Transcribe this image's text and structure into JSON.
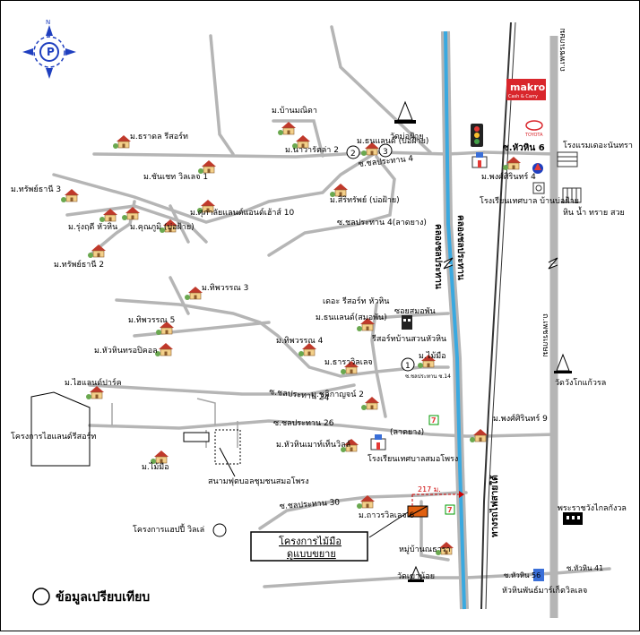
{
  "colors": {
    "canal": "#3aa9e0",
    "road_main": "#b5b5b5",
    "road_minor": "#a6a6a6",
    "rail": "#333333",
    "makro": "#d9262c",
    "compass": "#1f3fbf",
    "house_roof": "#c0392b",
    "house_body": "#f3d08a",
    "arrow_red": "#cc0000",
    "project_fill": "#e06010"
  },
  "icons": [
    "compass-rose-icon",
    "traffic-light-icon",
    "house-icon",
    "temple-icon",
    "makro-logo",
    "toyota-logo",
    "gas-station-icon",
    "hospital-icon",
    "seven-eleven-icon",
    "condo-icon"
  ],
  "labels": {
    "m_ban_manida": "ม.บ้านมณิดา",
    "wat_bo_fai": "วัดบ่อฝ้าย",
    "m_tharadol": "ม.ธราดล รีสอร์ท",
    "m_navarat": "ม.นาวารัตล่า 2",
    "m_thanaland": "ม.ธนแลนด์ (บ่อฝ้าย)",
    "m_chanchet": "ม.ชันเชท วิลเลจ 1",
    "m_sapphire3": "ม.ทรัพย์ธานี 3",
    "m_suksiri": "ม.สิริทรัพย์ (บ่อฝ้าย)",
    "soi_chonprathan4": "ซ.ชลประทาน 4",
    "m_rujira": "ม.รุ่งฤดี หัวหิน",
    "m_supalai": "ม.ศุภาลัยแลนด์แอนด์เฮ้าส์ 10",
    "m_khunphum": "ม.คุณภูมิ (บ่อฝ้าย)",
    "soi_4_yaek": "ซ.ชลประทาน 4(ลาดยาง)",
    "m_sapphire2": "ม.ทรัพย์ธานี 2",
    "makro": "makro",
    "makro_sub": "Cash & Carry",
    "toyota": "TOYOTA",
    "soi_huahin6": "ซ.หัวหิน 6",
    "rongraem": "โรงแรมเดอะนันทรา",
    "m_phongsin4": "ม.พงศ์ศิรินทร์ 4",
    "hospital_bofai": "โรงเรียนเทศบาล\nบ้านบ่อฝ้าย",
    "hin_nam_sai": "หิน น้ำ ทราย สวย",
    "phetkasem_top": "ถ.เพชรเกษม",
    "canal_label": "คลองชลประทาน",
    "rail_label": "ทางรถไฟสายใต้",
    "phetkasem_road": "ถ.เพชรเกษม",
    "m_thipwan3": "ม.ทิพวรรณ 3",
    "the_resort": "เดอะ รีสอร์ท หัวหิน",
    "soi_somdet": "ซอยสมอพัน",
    "m_thanaland_smo": "ม.ธนแลนด์(สมอพัน)",
    "m_thipwan5": "ม.ทิพวรรณ 5",
    "resort_suanhuahin": "รีสอร์ทบ้านสวนหัวหิน",
    "m_huahin_tropical": "ม.หัวหินทรอปิคอล",
    "m_thipwan4": "ม.ทิพวรรณ 4",
    "m_tarawilla": "ม.ธาราวิลเลจ",
    "m_mimue": "ม.ไม้มือ",
    "soi_chonprathan14": "ซ.ชลประทาน ซ.14",
    "m_highland": "ม.ไฮแลนด์ปาร์ค",
    "wat_khao_tao": "วัดวังโกแก้วรล",
    "soi_24": "ซ.ชลประทาน 24",
    "m_chutikarn": "ม.ชุติกาญจน์ 2",
    "soi_26": "ซ.ชลประทาน 26",
    "lat_yang": "(ลาดยาง)",
    "m_phongsin9": "ม.พงศ์ศิรินทร์ 9",
    "project_highland": "โครงการไฮแลนด์รีสอร์ท",
    "m_huahin_tech": "ม.หัวหินเมาท์เท็นวิลล์",
    "hospital_smo": "โรงเรียนเทศบาลสมอโพรง",
    "m_mimue2": "ม.ไม้มือ",
    "stadium": "สนามฟุตบอลชุมชนสมอโพรง",
    "distance": "217 ม.",
    "soi_30": "ซ.ชลประทาน 30",
    "m_tararom": "ม.ถาวรวิลเลจ 6",
    "palace": "พระราชวังไกลกังวล",
    "project_huai": "โครงการแฮปปี้ วิลเล่",
    "project_main_line1": "โครงการไม้มือ",
    "project_main_line2": "ดูแบบขยาย",
    "moo_ban_natara": "หมู่บ้านณธารา",
    "soi_huahin56": "ซ.หัวหิน 56",
    "soi_huahin41": "ซ.หัวหิน 41",
    "wat_khao_noi": "วัดเขาน้อย",
    "market_village": "หัวหินพันธ์มาร์เก็ตวิลเลจ",
    "marker_1": "1",
    "marker_2": "2",
    "marker_3": "3",
    "legend_text": "ข้อมูลเปรียบเทียบ"
  }
}
